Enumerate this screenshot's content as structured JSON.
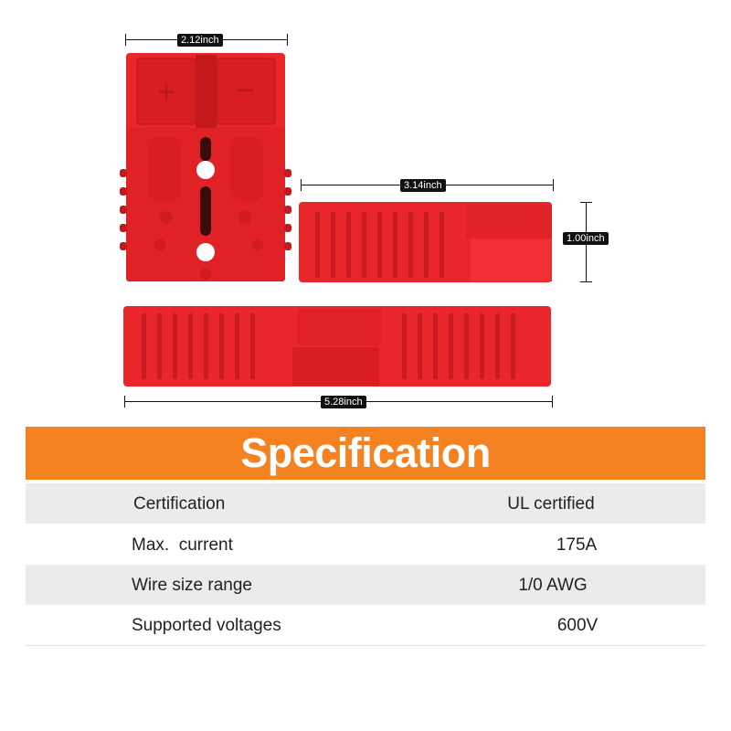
{
  "dimensions": {
    "width_top": "2.12inch",
    "length_side": "3.14inch",
    "height_side": "1.00inch",
    "length_mated": "5.28inch"
  },
  "connector": {
    "plus_symbol": "+",
    "minus_symbol": "−",
    "color": "#e8262b"
  },
  "spec": {
    "title": "Specification",
    "accent_color": "#f58220",
    "rows": [
      {
        "label": "Certification",
        "value": "UL certified"
      },
      {
        "label": "Max.  current",
        "value": "175A"
      },
      {
        "label": "Wire size range",
        "value": "1/0 AWG"
      },
      {
        "label": "Supported voltages",
        "value": "600V"
      }
    ]
  }
}
